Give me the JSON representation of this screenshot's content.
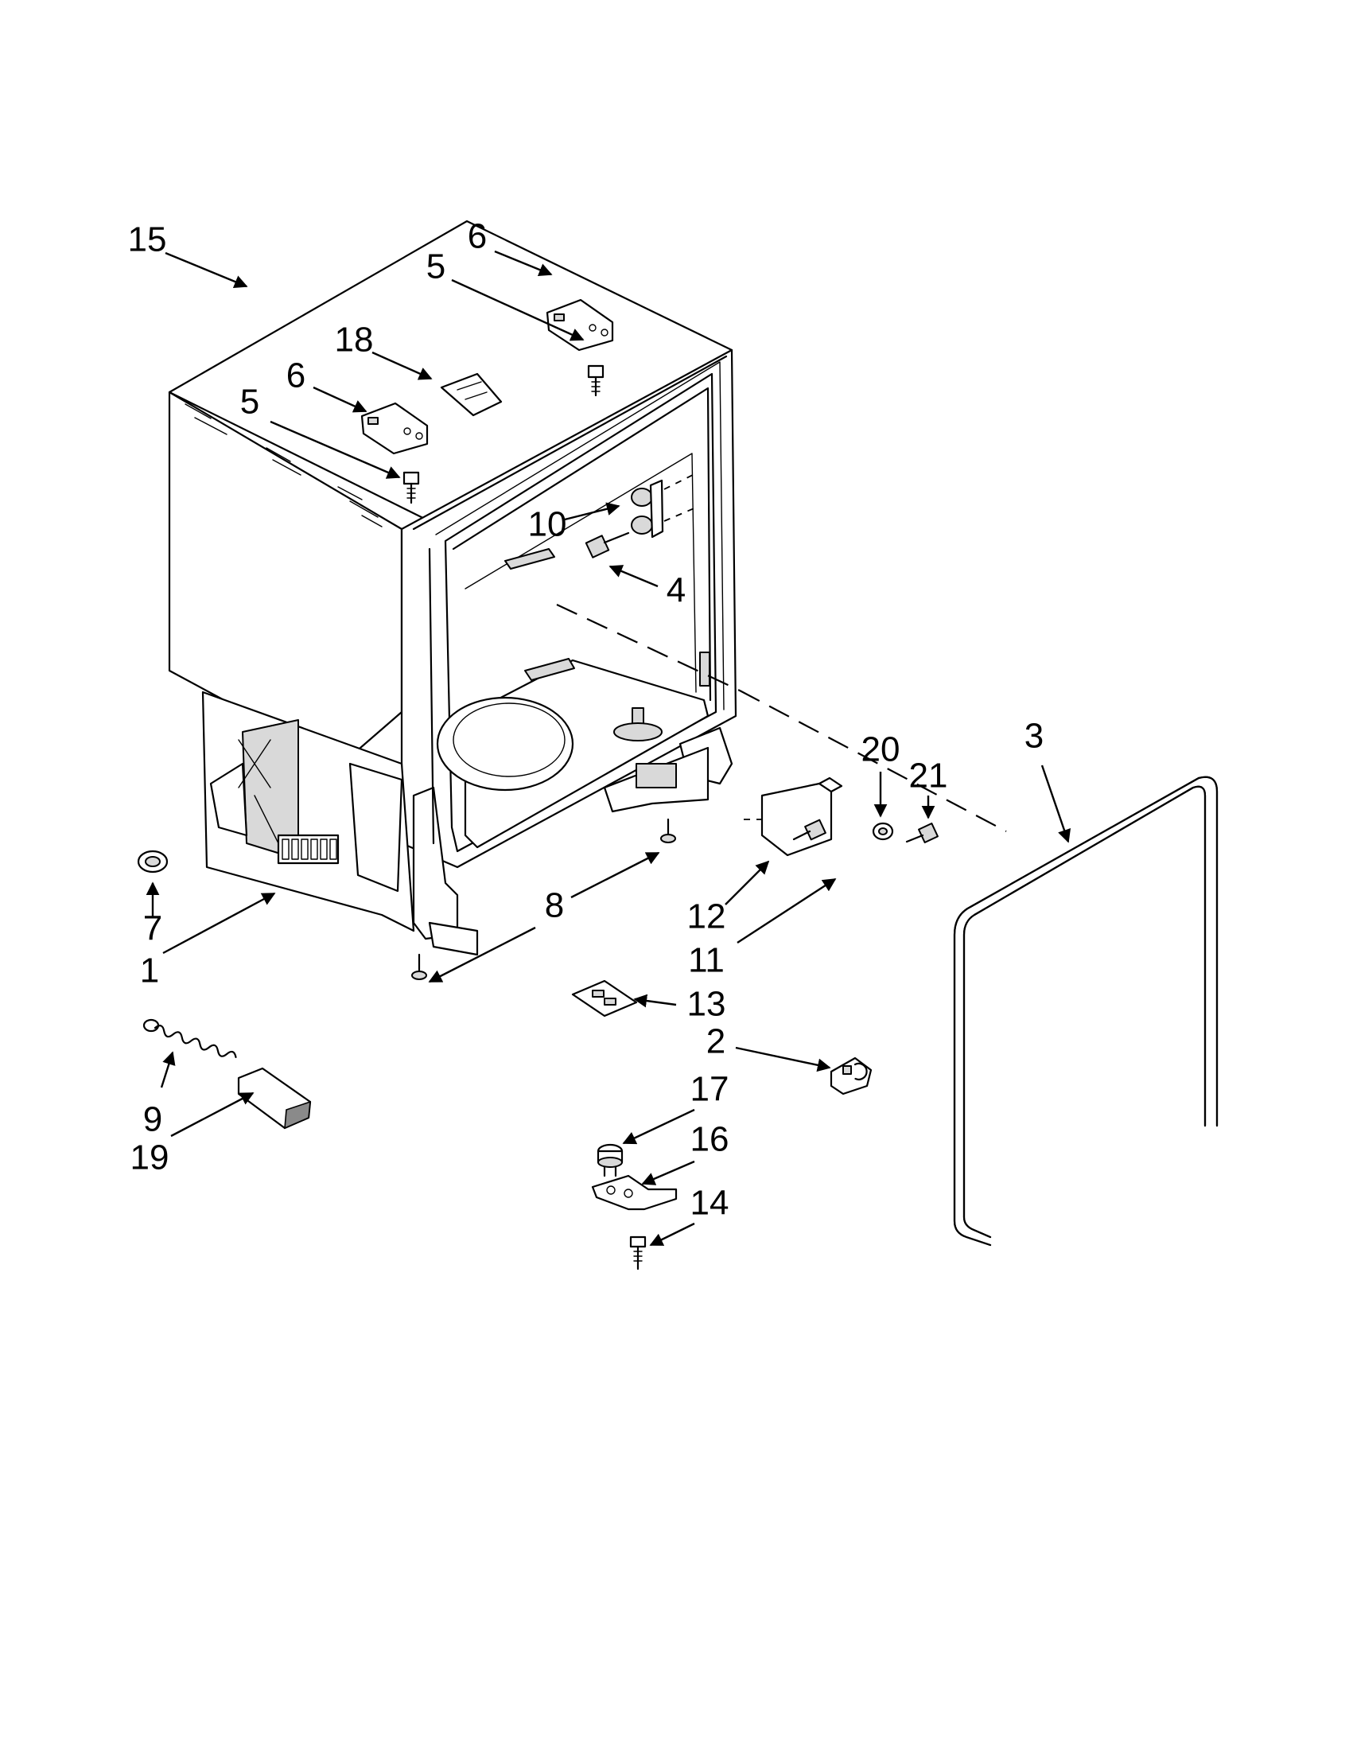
{
  "diagram": {
    "callouts": [
      {
        "id": "c15",
        "label": "15"
      },
      {
        "id": "c6a",
        "label": "6"
      },
      {
        "id": "c5a",
        "label": "5"
      },
      {
        "id": "c18",
        "label": "18"
      },
      {
        "id": "c6b",
        "label": "6"
      },
      {
        "id": "c5b",
        "label": "5"
      },
      {
        "id": "c10",
        "label": "10"
      },
      {
        "id": "c4",
        "label": "4"
      },
      {
        "id": "c20",
        "label": "20"
      },
      {
        "id": "c21",
        "label": "21"
      },
      {
        "id": "c3",
        "label": "3"
      },
      {
        "id": "c7",
        "label": "7"
      },
      {
        "id": "c1",
        "label": "1"
      },
      {
        "id": "c8",
        "label": "8"
      },
      {
        "id": "c12",
        "label": "12"
      },
      {
        "id": "c11",
        "label": "11"
      },
      {
        "id": "c13",
        "label": "13"
      },
      {
        "id": "c2",
        "label": "2"
      },
      {
        "id": "c9",
        "label": "9"
      },
      {
        "id": "c19",
        "label": "19"
      },
      {
        "id": "c17",
        "label": "17"
      },
      {
        "id": "c16",
        "label": "16"
      },
      {
        "id": "c14",
        "label": "14"
      }
    ],
    "parts": [
      {
        "ref": "1",
        "icon": "tub-base-assembly-icon"
      },
      {
        "ref": "2",
        "icon": "clip-icon"
      },
      {
        "ref": "3",
        "icon": "door-gasket-icon"
      },
      {
        "ref": "4",
        "icon": "screw-icon"
      },
      {
        "ref": "5",
        "icon": "screw-icon"
      },
      {
        "ref": "6",
        "icon": "mounting-bracket-icon"
      },
      {
        "ref": "7",
        "icon": "wheel-icon"
      },
      {
        "ref": "8",
        "icon": "leveling-leg-icon"
      },
      {
        "ref": "9",
        "icon": "spring-icon"
      },
      {
        "ref": "10",
        "icon": "roller-icon"
      },
      {
        "ref": "11",
        "icon": "screw-icon"
      },
      {
        "ref": "12",
        "icon": "bracket-icon"
      },
      {
        "ref": "13",
        "icon": "plate-icon"
      },
      {
        "ref": "14",
        "icon": "screw-icon"
      },
      {
        "ref": "15",
        "icon": "tub-assembly-icon"
      },
      {
        "ref": "16",
        "icon": "thermostat-bracket-icon"
      },
      {
        "ref": "17",
        "icon": "thermostat-icon"
      },
      {
        "ref": "18",
        "icon": "clip-icon"
      },
      {
        "ref": "19",
        "icon": "pad-icon"
      },
      {
        "ref": "20",
        "icon": "nut-icon"
      },
      {
        "ref": "21",
        "icon": "screw-icon"
      }
    ]
  }
}
